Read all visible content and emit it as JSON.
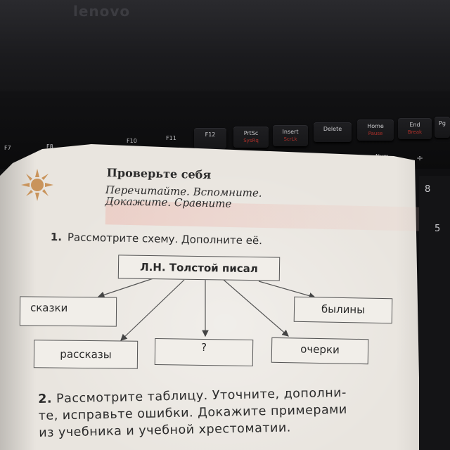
{
  "laptop": {
    "brand": "lenovo",
    "fkeys": [
      "F7",
      "F8",
      "F10",
      "F11",
      "F12"
    ],
    "keys": [
      {
        "label": "PrtSc",
        "sub": "SysRq"
      },
      {
        "label": "Insert",
        "sub": "ScrLk"
      },
      {
        "label": "Delete",
        "sub": ""
      },
      {
        "label": "Home",
        "sub": "Pause"
      },
      {
        "label": "End",
        "sub": "Break"
      },
      {
        "label": "Pg",
        "sub": ""
      }
    ],
    "numpad": {
      "num": "Num",
      "divide": "÷",
      "eight": "8",
      "five": "5"
    }
  },
  "page": {
    "title": "Проверьте себя",
    "subtitle_line1": "Перечитайте. Вспомните.",
    "subtitle_line2": "Докажите. Сравните",
    "task1": {
      "number": "1.",
      "text": "Рассмотрите схему. Дополните её."
    },
    "scheme": {
      "main": "Л.Н. Толстой писал",
      "items": [
        "сказки",
        "былины",
        "рассказы",
        "?",
        "очерки"
      ]
    },
    "task2": {
      "number": "2.",
      "line1": "Рассмотрите таблицу. Уточните, дополни-",
      "line2": "те, исправьте ошибки. Докажите примерами",
      "line3": "из учебника и учебной хрестоматии."
    }
  },
  "colors": {
    "page": "#e9e5df",
    "ink": "#2b2b2b",
    "band": "#ecc6be",
    "keyboard": "#121214",
    "accent_red": "#b0302a"
  }
}
